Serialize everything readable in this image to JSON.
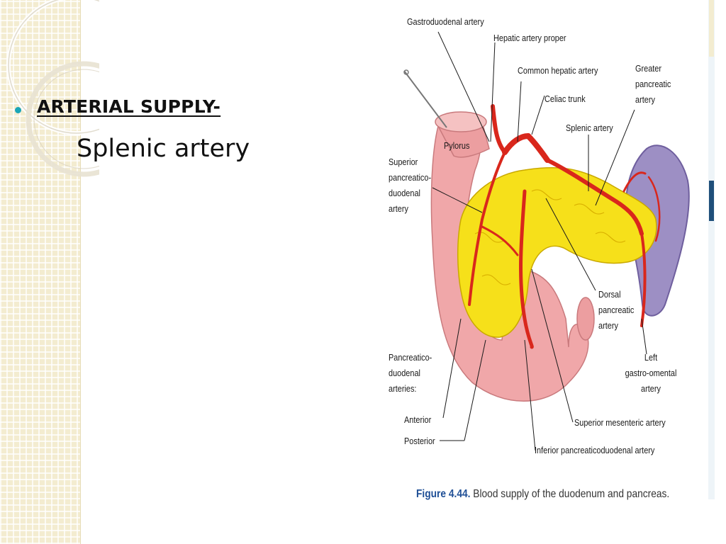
{
  "slide": {
    "heading": "ARTERIAL SUPPLY-",
    "subtext": "Splenic artery"
  },
  "figure": {
    "labels": {
      "gastroduodenal": "Gastroduodenal artery",
      "hepatic_proper": "Hepatic artery proper",
      "common_hepatic": "Common hepatic artery",
      "celiac": "Celiac trunk",
      "greater_pancreatic": "Greater\npancreatic\nartery",
      "splenic": "Splenic artery",
      "pylorus": "Pylorus",
      "superior_pd": "Superior\npancreatico-\nduodenal\nartery",
      "dorsal_pancreatic": "Dorsal\npancreatic\nartery",
      "left_go": "Left\ngastro-omental\nartery",
      "pd_arteries": "Pancreatico-\nduodenal\narteries:",
      "anterior": "Anterior",
      "posterior": "Posterior",
      "superior_mesenteric": "Superior mesenteric artery",
      "inferior_pd": "Inferior pancreaticoduodenal artery"
    },
    "caption_number": "Figure 4.44.",
    "caption_text": " Blood supply of the duodenum and pancreas."
  },
  "colors": {
    "bullet": "#1aa6b7",
    "duodenum": "#f0a7a9",
    "pancreas": "#f6e01a",
    "artery": "#d9271c",
    "spleen": "#9d8fc4",
    "caption_number": "#1f4f96"
  },
  "icons": [
    "bullet-dot",
    "surgical-clip-icon"
  ]
}
